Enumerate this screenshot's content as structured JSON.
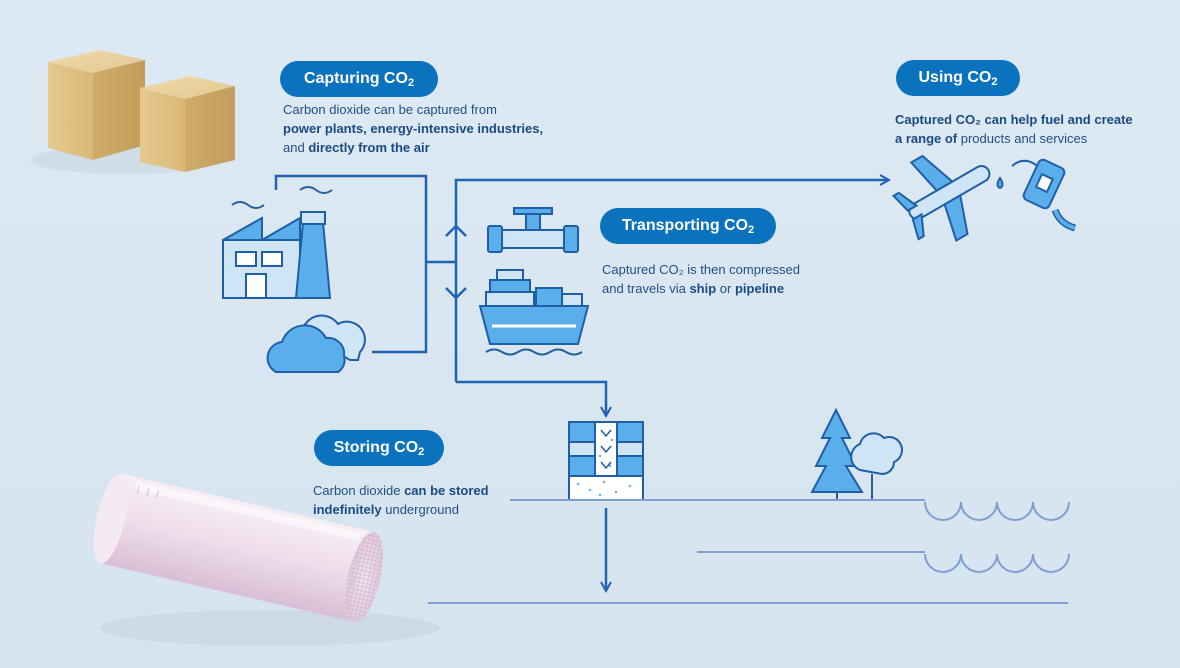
{
  "colors": {
    "accent": "#0b73be",
    "icon_fill": "#5aaee9",
    "icon_light": "#cfe5f6",
    "line": "#1f63b3",
    "ground": "#7f9fd4"
  },
  "stages": {
    "capturing": {
      "title": "Capturing CO",
      "sub": "2",
      "d1": "Carbon dioxide can be captured from",
      "d2": "power plants, energy-intensive industries,",
      "d3a": "and ",
      "d3b": "directly from the air"
    },
    "using": {
      "title": "Using CO",
      "sub": "2",
      "d1": "Captured CO₂ can help fuel and create",
      "d2a": "a range of",
      "d2b": " products and services"
    },
    "transporting": {
      "title": "Transporting CO",
      "sub": "2",
      "d1": "Captured CO₂ is then compressed",
      "d2a": "and travels via ",
      "d2b": "ship",
      "d2c": " or ",
      "d2d": "pipeline"
    },
    "storing": {
      "title": "Storing CO",
      "sub": "2",
      "d1a": "Carbon dioxide ",
      "d1b": "can be stored",
      "d2a": "indefinitely",
      "d2b": " underground"
    }
  },
  "icons": [
    "filter-block-icon",
    "factory-icon",
    "cloud-icon",
    "pipeline-icon",
    "ship-icon",
    "airplane-icon",
    "fuel-nozzle-icon",
    "storage-well-icon",
    "pine-tree-icon",
    "deciduous-tree-icon",
    "catalyst-cylinder-icon"
  ]
}
